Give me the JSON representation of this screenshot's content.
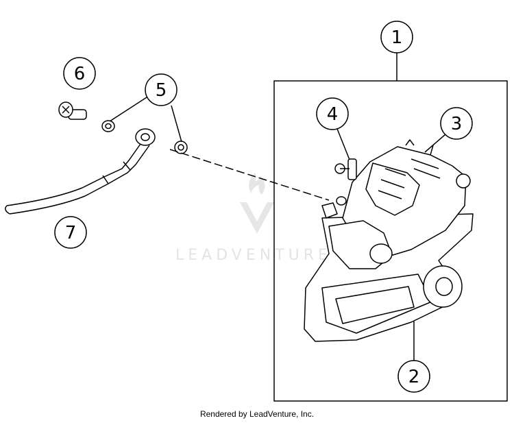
{
  "callouts": [
    {
      "id": "callout-1",
      "label": "1"
    },
    {
      "id": "callout-2",
      "label": "2"
    },
    {
      "id": "callout-3",
      "label": "3"
    },
    {
      "id": "callout-4",
      "label": "4"
    },
    {
      "id": "callout-5",
      "label": "5"
    },
    {
      "id": "callout-6",
      "label": "6"
    },
    {
      "id": "callout-7",
      "label": "7"
    }
  ],
  "watermark": {
    "text": "LEADVENTURE"
  },
  "footer": {
    "credit": "Rendered by LeadVenture, Inc."
  }
}
